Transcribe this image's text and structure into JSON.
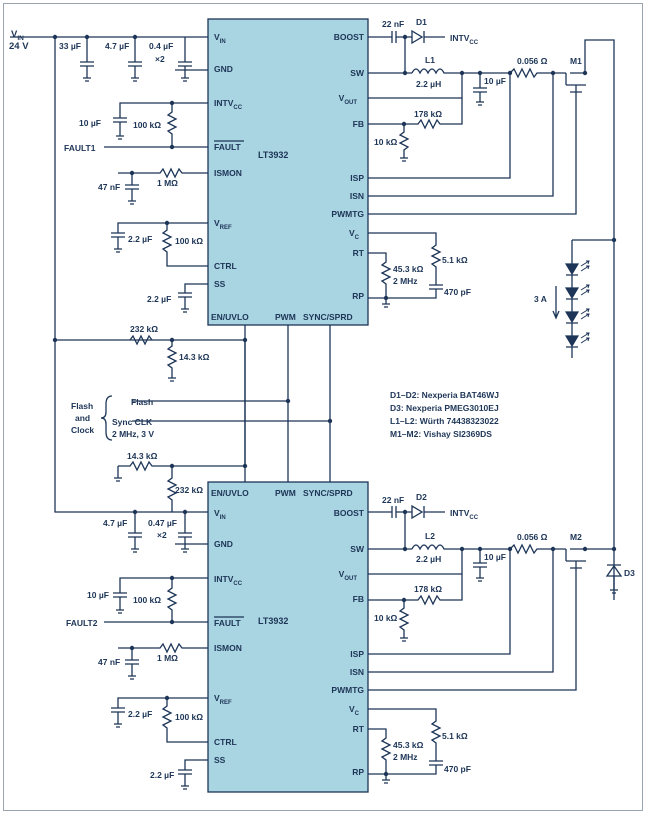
{
  "vin": {
    "label": "V",
    "sub": "IN",
    "voltage": "24 V"
  },
  "ic_top": {
    "name": "LT3932",
    "pins_left": [
      {
        "t": "V",
        "s": "IN"
      },
      {
        "t": "GND",
        "s": ""
      },
      {
        "t": "INTV",
        "s": "CC"
      },
      {
        "t": "FAULT",
        "s": ""
      },
      {
        "t": "ISMON",
        "s": ""
      },
      {
        "t": "V",
        "s": "REF"
      },
      {
        "t": "CTRL",
        "s": ""
      },
      {
        "t": "SS",
        "s": ""
      }
    ],
    "pins_right": [
      {
        "t": "BOOST",
        "s": ""
      },
      {
        "t": "SW",
        "s": ""
      },
      {
        "t": "V",
        "s": "OUT"
      },
      {
        "t": "FB",
        "s": ""
      },
      {
        "t": "ISP",
        "s": ""
      },
      {
        "t": "ISN",
        "s": ""
      },
      {
        "t": "PWMTG",
        "s": ""
      },
      {
        "t": "V",
        "s": "C"
      },
      {
        "t": "RT",
        "s": ""
      },
      {
        "t": "RP",
        "s": ""
      }
    ],
    "pins_bottom": [
      "EN/UVLO",
      "PWM",
      "SYNC/SPRD"
    ]
  },
  "ic_bottom": {
    "name": "LT3932",
    "pins_top": [
      "EN/UVLO",
      "PWM",
      "SYNC/SPRD"
    ]
  },
  "top_labels": {
    "c_in1": "33 µF",
    "c_in2": "4.7 µF",
    "c_in3": "0.4 µF",
    "c_in3_mult": "×2",
    "c_boost": "22 nF",
    "diode": "D1",
    "intvcc_out": {
      "t": "INTV",
      "s": "CC"
    },
    "inductor": "L1",
    "ind_val": "2.2 µH",
    "c_out": "10 µF",
    "r_sense": "0.056 Ω",
    "mosfet": "M1",
    "c_intvcc": "10 µF",
    "r_pullup": "100 kΩ",
    "fault": "FAULT1",
    "r_fb_top": "178 kΩ",
    "r_fb_bot": "10 kΩ",
    "c_ismon": "47 nF",
    "r_ismon": "1 MΩ",
    "c_vref": "2.2 µF",
    "r_vref": "100 kΩ",
    "c_ss": "2.2 µF",
    "r_rt": "45.3 kΩ",
    "rt_freq": "2 MHz",
    "r_vc": "5.1 kΩ",
    "c_vc": "470 pF"
  },
  "bottom_labels": {
    "r_uv_top": "14.3 kΩ",
    "r_uv_bot": "232 kΩ",
    "c_in2": "4.7 µF",
    "c_in3": "0.47 µF",
    "c_in3_mult": "×2",
    "c_boost": "22 nF",
    "diode": "D2",
    "intvcc_out": {
      "t": "INTV",
      "s": "CC"
    },
    "inductor": "L2",
    "ind_val": "2.2 µH",
    "c_out": "10 µF",
    "r_sense": "0.056 Ω",
    "mosfet": "M2",
    "c_intvcc": "10 µF",
    "r_pullup": "100 kΩ",
    "fault": "FAULT2",
    "r_fb_top": "178 kΩ",
    "r_fb_bot": "10 kΩ",
    "c_ismon": "47 nF",
    "r_ismon": "1 MΩ",
    "c_vref": "2.2 µF",
    "r_vref": "100 kΩ",
    "c_ss": "2.2 µF",
    "r_rt": "45.3 kΩ",
    "rt_freq": "2 MHz",
    "r_vc": "5.1 kΩ",
    "c_vc": "470 pF",
    "diode3": "D3"
  },
  "middle": {
    "r_uv_top": "232 kΩ",
    "r_uv_bot": "14.3 kΩ",
    "flash_group": "Flash\nand\nClock",
    "flash_group_lines": [
      "Flash",
      "and",
      "Clock"
    ],
    "flash": "Flash",
    "sync": "Sync CLK",
    "sync_spec": "2 MHz, 3 V",
    "led_current": "3 A"
  },
  "notes": [
    "D1–D2: Nexperia BAT46WJ",
    "D3: Nexperia PMEG3010EJ",
    "L1–L2: Würth 74438323022",
    "M1–M2: Vishay SI2369DS"
  ],
  "colors": {
    "chip": "#a9d4e1",
    "wire": "#1d3557",
    "led": "#1d3557"
  }
}
